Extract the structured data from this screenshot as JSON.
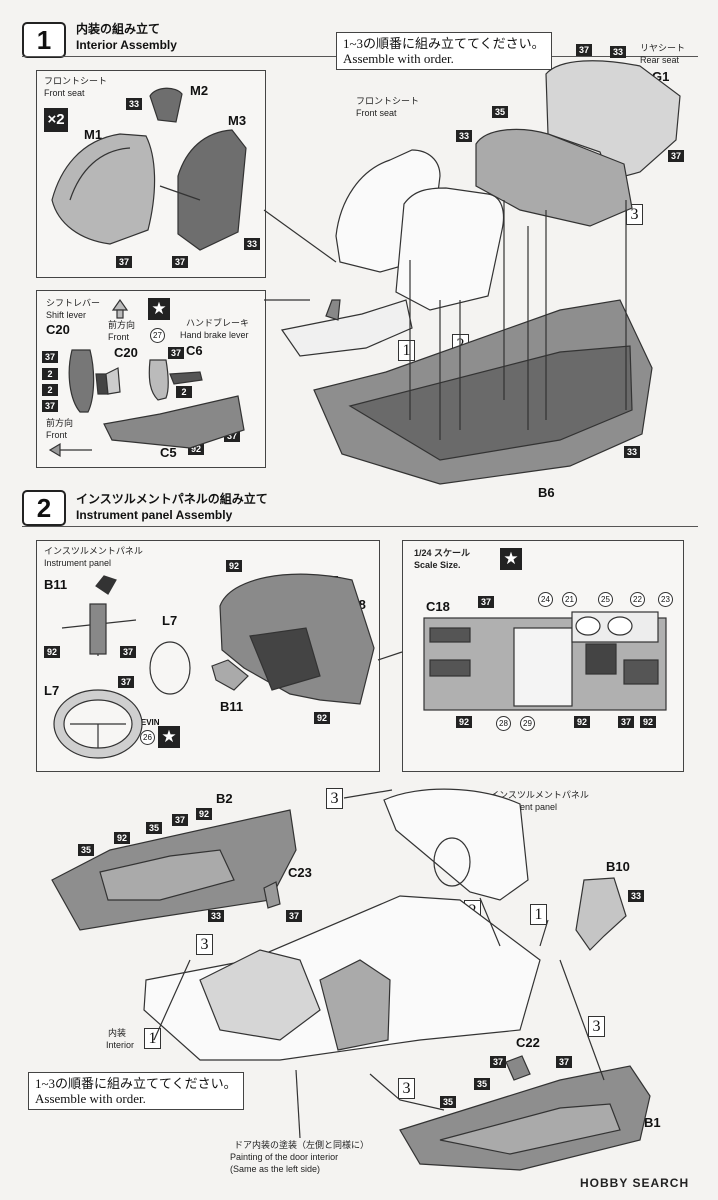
{
  "step1": {
    "number": "1",
    "title_jp": "内装の組み立て",
    "title_en": "Interior Assembly",
    "order_note_jp": "1~3の順番に組み立ててください。",
    "order_note_en": "Assemble with order.",
    "rear_seat_jp": "リヤシート",
    "rear_seat_en": "Rear seat",
    "rear_seat_part": "G1",
    "front_seat_jp": "フロントシート",
    "front_seat_en": "Front seat",
    "floor_part": "B6",
    "inset_seat": {
      "title_jp": "フロントシート",
      "title_en": "Front seat",
      "multiplier": "×2",
      "parts": [
        "M1",
        "M2",
        "M3"
      ]
    },
    "inset_lever": {
      "shift_jp": "シフトレバー",
      "shift_en": "Shift lever",
      "shift_part": "C20",
      "front_jp": "前方向",
      "front_en": "Front",
      "handbrake_jp": "ハンドブレーキ",
      "handbrake_en": "Hand brake lever",
      "parts": [
        "C20",
        "C6",
        "C5"
      ],
      "front2_jp": "前方向",
      "front2_en": "Front"
    }
  },
  "step2": {
    "number": "2",
    "title_jp": "インスツルメントパネルの組み立て",
    "title_en": "Instrument panel Assembly",
    "panel_jp": "インスツルメントパネル",
    "panel_en": "Instrument panel",
    "parts": [
      "B11",
      "L7",
      "C18"
    ],
    "scale_jp": "1/24 スケール",
    "scale_en": "Scale Size.",
    "scale_part": "C18",
    "levin": "LEVIN"
  },
  "step3": {
    "panel_jp": "インスツルメントパネル",
    "panel_en": "Instrument panel",
    "parts": [
      "B2",
      "C23",
      "B10",
      "C22",
      "B1"
    ],
    "interior_jp": "内装",
    "interior_en": "Interior",
    "interior_ref": "1",
    "order_note_jp": "1~3の順番に組み立ててください。",
    "order_note_en": "Assemble with order.",
    "door_note_jp": "ドア内装の塗装（左側と同様に）",
    "door_note_en1": "Painting of the door interior",
    "door_note_en2": "(Same as the left side)"
  },
  "codes": {
    "c33": "33",
    "c35": "35",
    "c37": "37",
    "c92": "92",
    "c2": "2"
  },
  "circles": {
    "c21": "21",
    "c22": "22",
    "c23": "23",
    "c24": "24",
    "c25": "25",
    "c26": "26",
    "c27": "27",
    "c28": "28",
    "c29": "29"
  },
  "order_steps": {
    "s1": "1",
    "s2": "2",
    "s3": "3"
  },
  "watermark": "HOBBY SEARCH",
  "colors": {
    "ink": "#222222",
    "paper": "#f4f3f1"
  }
}
